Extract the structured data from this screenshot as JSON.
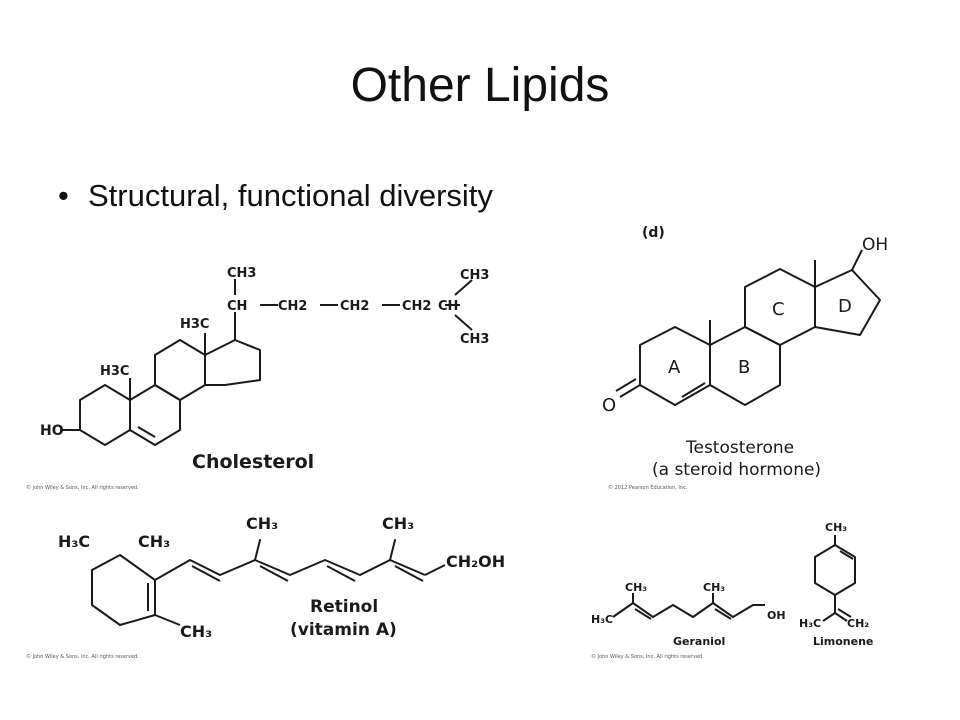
{
  "slide": {
    "title": "Other Lipids",
    "bullet": "Structural, functional diversity"
  },
  "cholesterol": {
    "name": "Cholesterol",
    "groups": [
      "CH3",
      "CH",
      "CH2",
      "CH2",
      "CH2",
      "CH",
      "CH3",
      "CH3",
      "H3C",
      "H3C",
      "HO"
    ],
    "copyright": "© John Wiley & Sons, Inc. All rights reserved."
  },
  "testosterone": {
    "panel_label": "(d)",
    "name_line1": "Testosterone",
    "name_line2": "(a steroid hormone)",
    "rings": [
      "A",
      "B",
      "C",
      "D"
    ],
    "oh": "OH",
    "o": "O",
    "copyright": "© 2012 Pearson Education, Inc."
  },
  "retinol": {
    "name_line1": "Retinol",
    "name_line2": "(vitamin A)",
    "copyright": "© John Wiley & Sons, Inc. All rights reserved."
  },
  "terpenes": {
    "geraniol": "Geraniol",
    "limonene": "Limonene",
    "oh": "OH",
    "copyright": "© John Wiley & Sons, Inc. All rights reserved."
  },
  "colors": {
    "hydroxyl_red": "#d62020",
    "ink": "#1a1a1a"
  }
}
